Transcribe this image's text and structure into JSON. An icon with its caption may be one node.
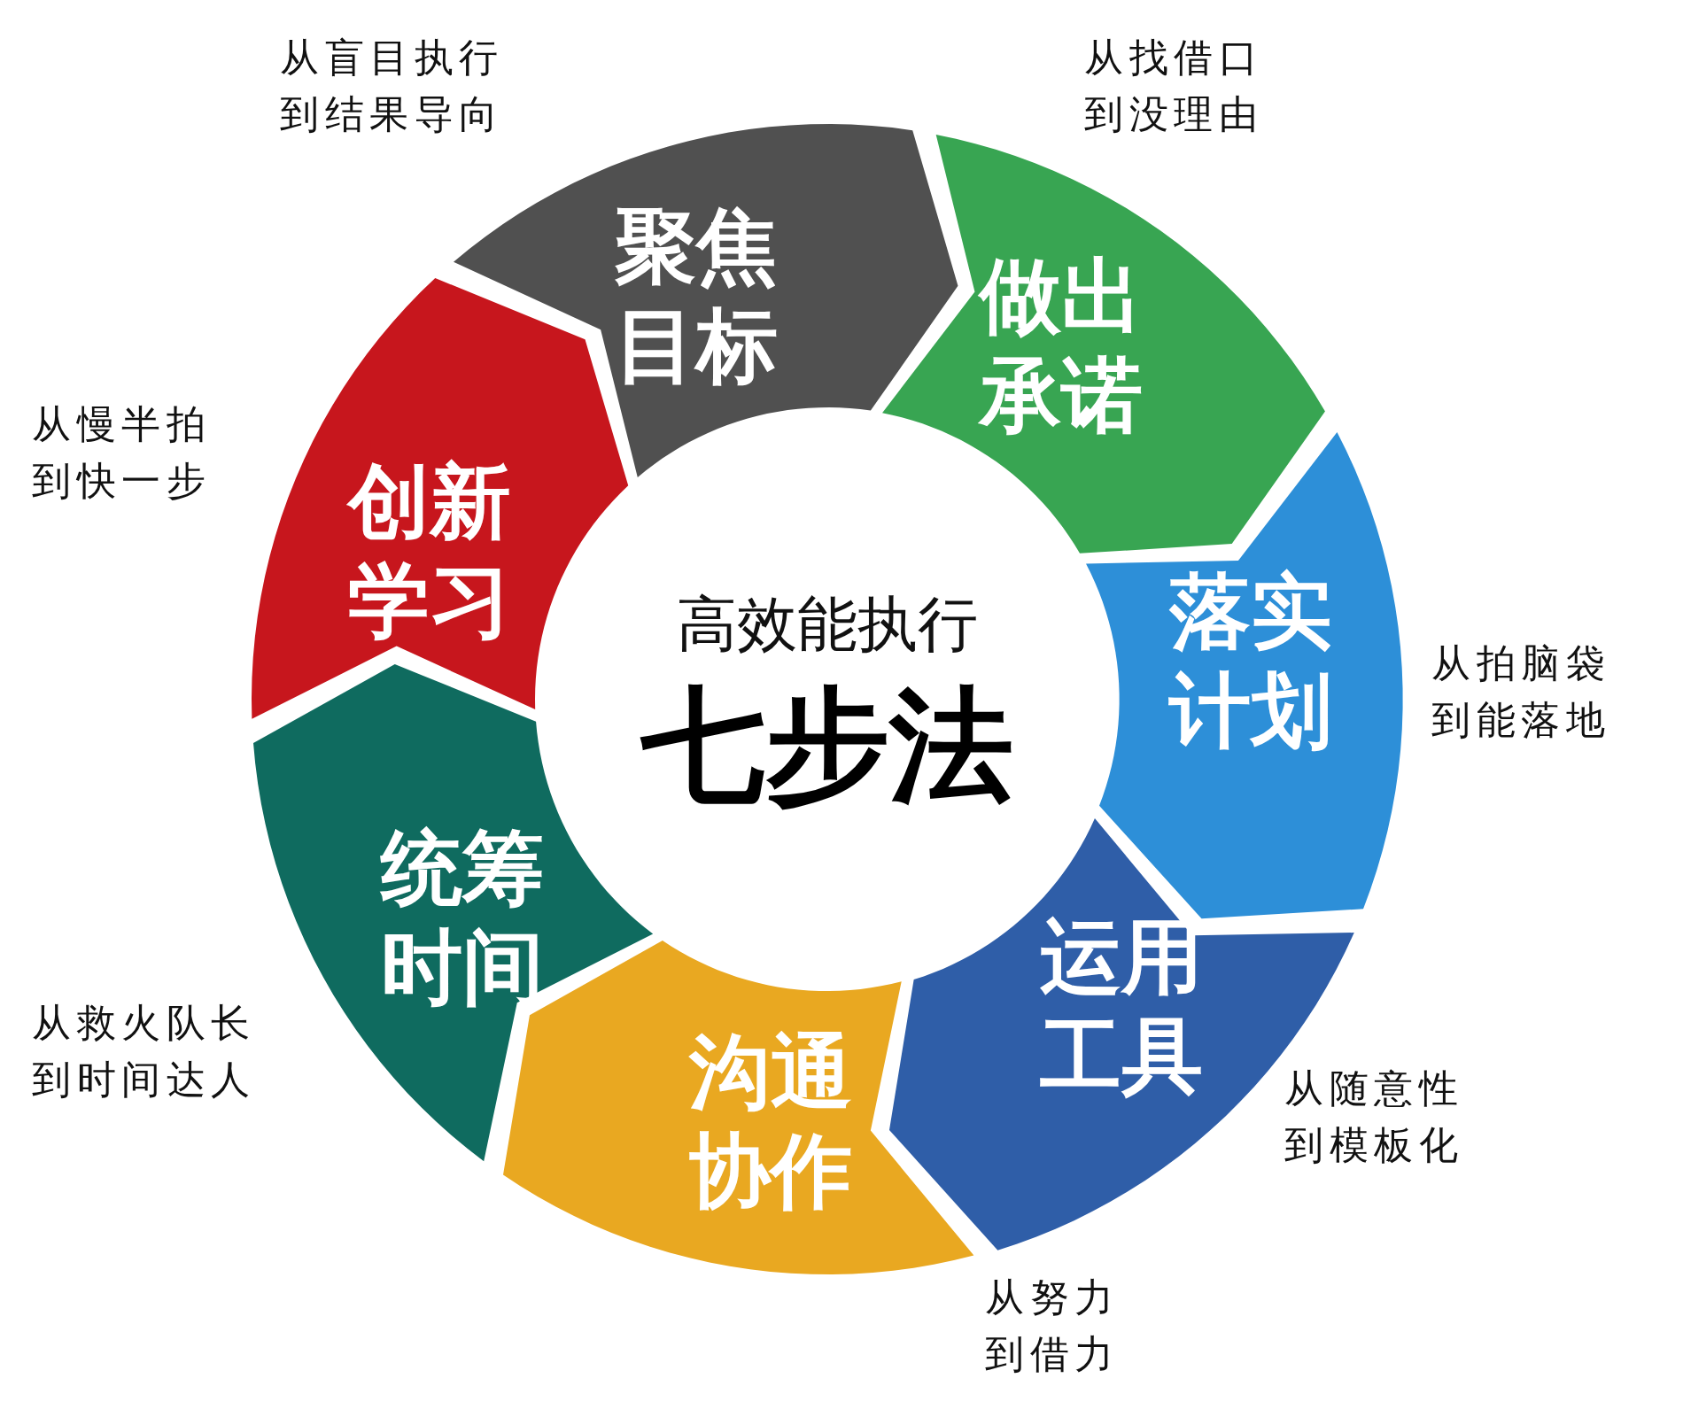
{
  "diagram": {
    "nodes": [
      {
        "text": [
          "高效能执行",
          "七步法"
        ]
      },
      {
        "text": [
          "聚焦目标"
        ],
        "beside": [
          "从盲目执行到结果导向"
        ]
      },
      {
        "text": [
          "做出承诺"
        ],
        "beside": [
          "从找借口到没理由"
        ]
      },
      {
        "text": [
          "落实计划"
        ],
        "beside": [
          "从拍脑袋到能落地"
        ]
      },
      {
        "text": [
          "运用工具"
        ],
        "beside": [
          "从随意性到模板化"
        ]
      },
      {
        "text": [
          "沟通协作"
        ],
        "beside": [
          "从努力到借力"
        ]
      },
      {
        "text": [
          "统筹时间"
        ],
        "beside": [
          "从救火队长到时间达人"
        ]
      },
      {
        "text": [
          "创新学习"
        ],
        "beside": [
          "从慢半拍到快一步"
        ]
      }
    ]
  }
}
